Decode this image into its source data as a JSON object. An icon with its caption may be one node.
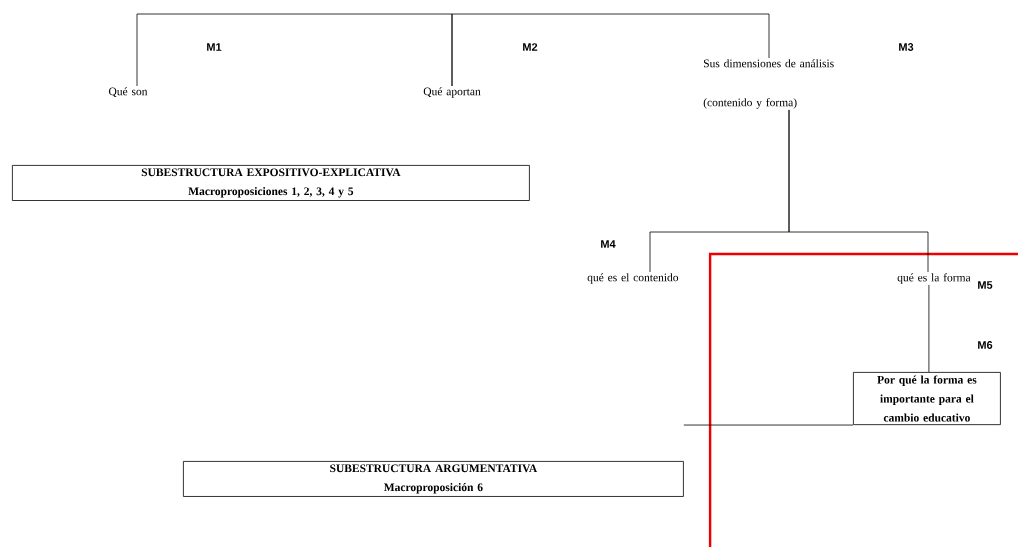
{
  "diagram": {
    "nodes": [
      {
        "text": [
          "Qué son"
        ]
      },
      {
        "text": [
          "Qué aportan"
        ]
      },
      {
        "text": [
          "Sus dimensiones de análisis",
          "(contenido y forma)"
        ]
      },
      {
        "text": [
          "SUBESTRUCTURA EXPOSITIVO-EXPLICATIVA",
          "Macroproposiciones 1, 2, 3, 4 y 5"
        ]
      },
      {
        "text": [
          "qué es el contenido"
        ]
      },
      {
        "text": [
          "qué es la forma"
        ]
      },
      {
        "text": [
          "Por qué la forma es importante para el cambio educativo"
        ]
      },
      {
        "text": [
          "SUBESTRUCTURA ARGUMENTATIVA",
          "Macroproposición 6"
        ]
      }
    ],
    "edges": [
      {
        "from": 0,
        "to": 1,
        "arrow": "none"
      },
      {
        "from": 1,
        "to": 2,
        "arrow": "none"
      },
      {
        "from": 2,
        "to": 4,
        "arrow": "none"
      },
      {
        "from": 2,
        "to": 5,
        "arrow": "none"
      },
      {
        "from": 5,
        "to": 6,
        "arrow": "none"
      },
      {
        "from": 7,
        "to": 6,
        "arrow": "none"
      }
    ],
    "labels": [
      "M1",
      "M2",
      "M3",
      "M4",
      "M5",
      "M6"
    ]
  }
}
